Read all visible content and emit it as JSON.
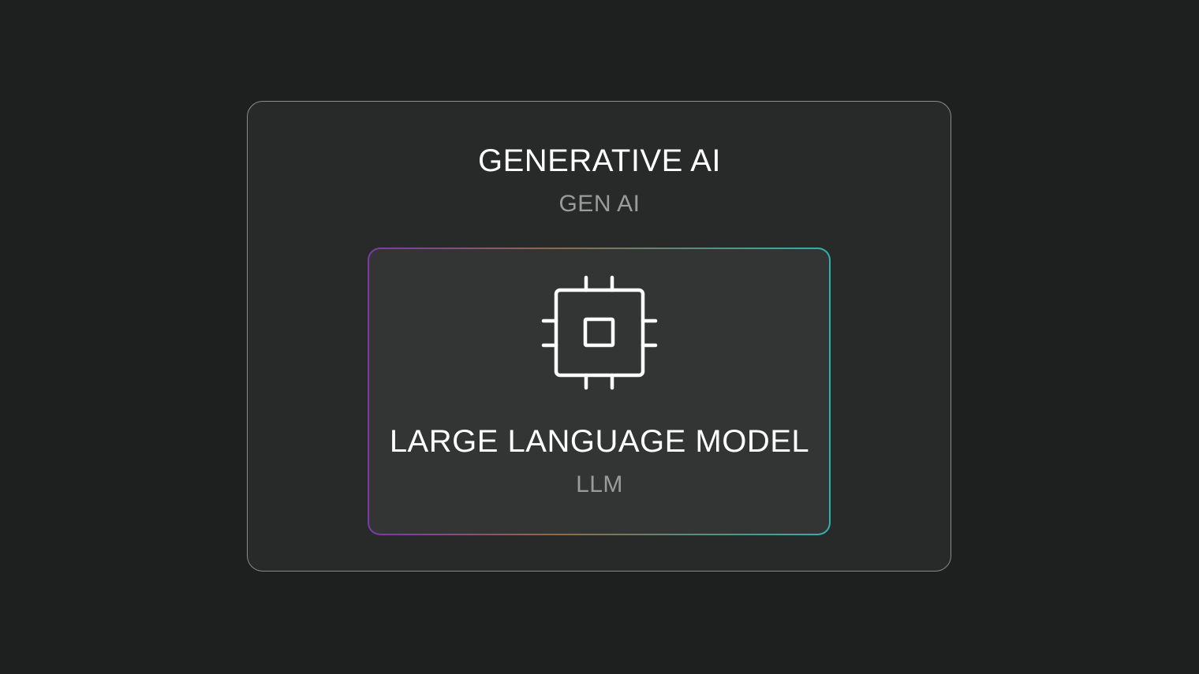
{
  "outer": {
    "title": "GENERATIVE AI",
    "subtitle": "GEN AI"
  },
  "inner": {
    "title": "LARGE LANGUAGE MODEL",
    "subtitle": "LLM",
    "icon": "cpu-chip-icon"
  },
  "colors": {
    "background": "#1e1f1f",
    "outer_fill": "#282a2a",
    "outer_border": "#8a8b8b",
    "inner_fill": "#333535",
    "gradient_start": "#7a3aa8",
    "gradient_mid": "#8c6a4c",
    "gradient_end": "#2fb2a8",
    "title_text": "#ffffff",
    "subtitle_text": "#9a9c9c"
  }
}
